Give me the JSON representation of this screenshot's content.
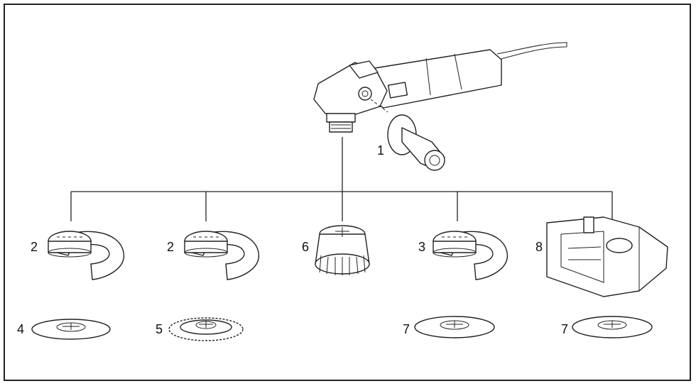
{
  "callouts": {
    "c1": "1",
    "c2a": "2",
    "c2b": "2",
    "c6": "6",
    "c3": "3",
    "c8": "8",
    "c4": "4",
    "c5": "5",
    "c7a": "7",
    "c7b": "7"
  }
}
